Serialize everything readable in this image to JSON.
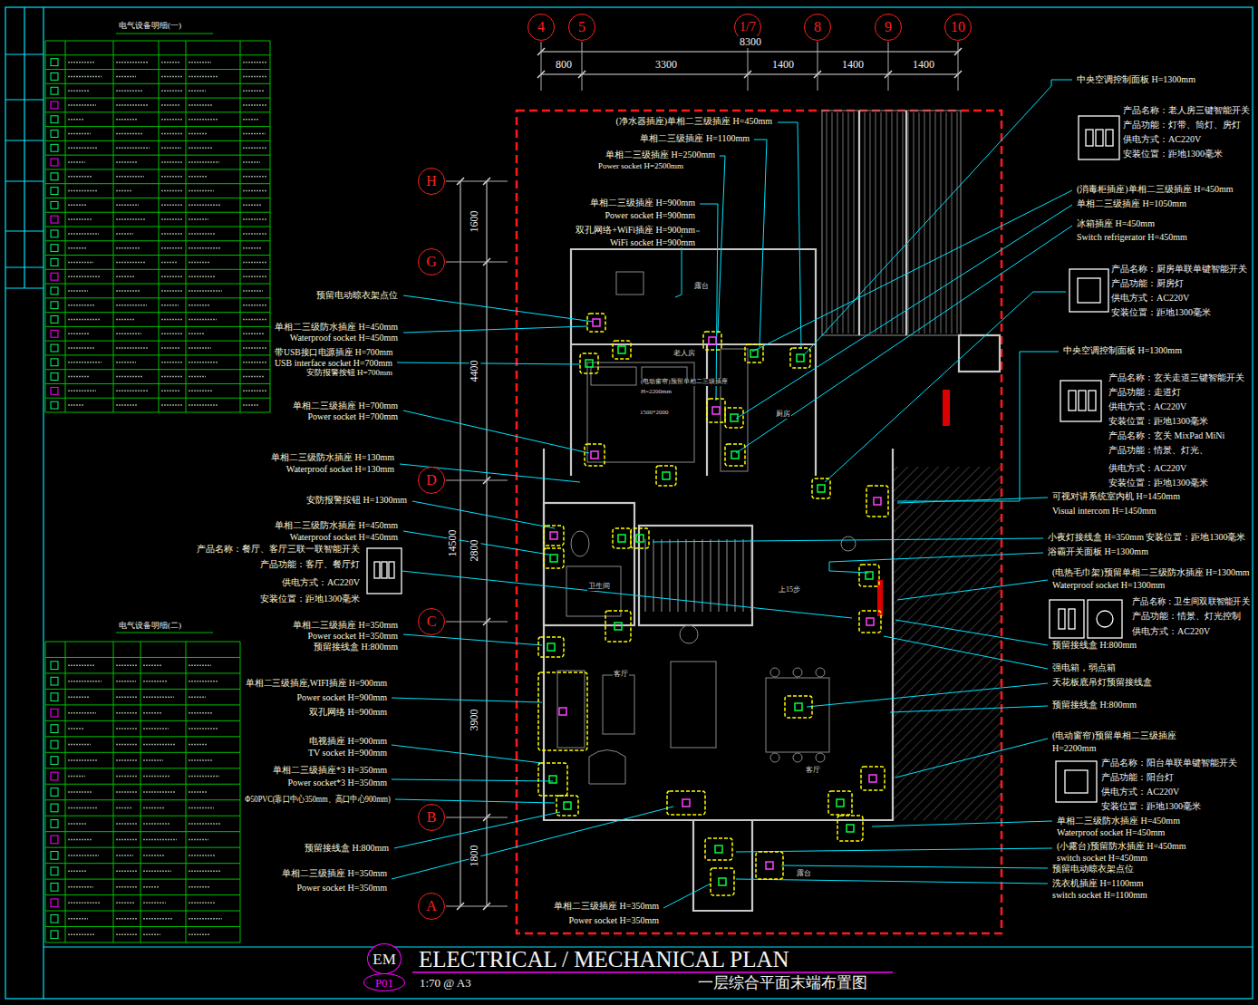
{
  "diagram": {
    "title": "ELECTRICAL / MECHANICAL PLAN",
    "caption": "一层综合平面末端布置图",
    "nodes": [
      {
        "text": [
          "4"
        ]
      },
      {
        "text": [
          "5"
        ]
      },
      {
        "text": [
          "1/7"
        ]
      },
      {
        "text": [
          "8"
        ]
      },
      {
        "text": [
          "9"
        ]
      },
      {
        "text": [
          "10"
        ]
      },
      {
        "text": [
          "H"
        ]
      },
      {
        "text": [
          "G"
        ]
      },
      {
        "text": [
          "D"
        ]
      },
      {
        "text": [
          "C"
        ]
      },
      {
        "text": [
          "B"
        ]
      },
      {
        "text": [
          "A"
        ]
      },
      {
        "text": [
          "EM"
        ]
      },
      {
        "text": [
          "P01"
        ]
      }
    ],
    "labels": [
      "8300",
      "800",
      "3300",
      "1400",
      "1400",
      "1400",
      "14500",
      "1600",
      "4400",
      "2800",
      "3900",
      "1800",
      "电气设备明细(一)",
      "电气设备明细(二)",
      "(净水器插座)单相二三级插座 H=450mm",
      "单相二三级插座 H=1100mm",
      "单相二三级插座 H=2500mm",
      "Power socket H=2500mm",
      "单相二三级插座 H=900mm",
      "Power socket H=900mm",
      "双孔网络+WiFi插座 H=900mm",
      "WiFi socket H=900mm",
      "预留电动晾衣架点位",
      "单相二三级防水插座 H=450mm",
      "Waterproof socket H=450mm",
      "带USB接口电源插座 H=700mm",
      "USB interface socket H=700mm",
      "安防报警按钮 H=700mm",
      "单相二三级插座 H=700mm",
      "Power socket H=700mm",
      "单相二三级防水插座 H=130mm",
      "Waterproof socket H=130mm",
      "安防报警按钮 H=1300mm",
      "单相二三级防水插座 H=450mm",
      "Waterproof socket H=450mm",
      "产品名称：餐厅、客厅三联一联智能开关",
      "产品功能：客厅、餐厅灯",
      "供电方式：AC220V",
      "安装位置：距地1300毫米",
      "单相二三级插座 H=350mm",
      "Power socket H=350mm",
      "预留接线盒 H:800mm",
      "单相二三级插座,WIFI插座 H=900mm",
      "Power socket H=900mm",
      "双孔网络 H=900mm",
      "电视插座 H=900mm",
      "TV socket H=900mm",
      "单相二三级插座*3 H=350mm",
      "Power socket*3 H=350mm",
      "Φ50PVC(靠口中心350mm、高口中心900mm)",
      "预留接线盒 H:800mm",
      "单相二三级插座 H=350mm",
      "Power socket H=350mm",
      "单相二三级插座 H=350mm",
      "Power socket H=350mm",
      "中央空调控制面板 H=1300mm",
      "产品名称：老人房三键智能开关",
      "产品功能：灯带、筒灯、房灯",
      "供电方式：AC220V",
      "安装位置：距地1300毫米",
      "(消毒柜插座)单相二三级插座 H=450mm",
      "单相二三级插座 H=1050mm",
      "冰箱插座 H=450mm",
      "Switch refrigerator H=450mm",
      "产品名称：厨房单联单键智能开关",
      "产品功能：厨房灯",
      "供电方式：AC220V",
      "安装位置：距地1300毫米",
      "中央空调控制面板 H=1300mm",
      "产品名称：玄关走道三键智能开关",
      "产品功能：走道灯",
      "供电方式：AC220V",
      "安装位置：距地1300毫米",
      "产品名称：玄关 MixPad MiNi",
      "产品功能：情景、灯光、",
      "供电方式：AC220V",
      "安装位置：距地1300毫米",
      "可视对讲系统室内机 H=1450mm",
      "Visual intercom H=1450mm",
      "小夜灯接线盒 H=350mm 安装位置：距地1300毫米",
      "浴霸开关面板 H=1300mm",
      "(电热毛巾架)预留单相二三级防水插座 H=1300mm",
      "Waterproof socket H=1300mm",
      "产品名称：卫生间双联智能开关",
      "产品功能：情景、灯光控制",
      "供电方式：AC220V",
      "预留接线盒 H:800mm",
      "强电箱，弱点箱",
      "天花板底吊灯预留接线盒",
      "预留接线盒 H:800mm",
      "(电动窗帘)预留单相二三级插座",
      "H=2200mm",
      "产品名称：阳台单联单键智能开关",
      "产品功能：阳台灯",
      "供电方式：AC220V",
      "安装位置：距地1300毫米",
      "单相二三级防水插座 H=450mm",
      "Waterproof socket H=450mm",
      "(小露台)预留防水插座 H=450mm",
      "switch socket H=450mm",
      "预留电动晾衣架点位",
      "洗衣机插座 H=1100mm",
      "switch socket H=1100mm",
      "露台",
      "老人房",
      "(电动窗帘)预留单相二三级插座",
      "H=2200mm",
      "1500*2000",
      "厨房",
      "卫生间",
      "上15步",
      "客厅",
      "客厅",
      "露台",
      "1:70 @ A3"
    ]
  }
}
